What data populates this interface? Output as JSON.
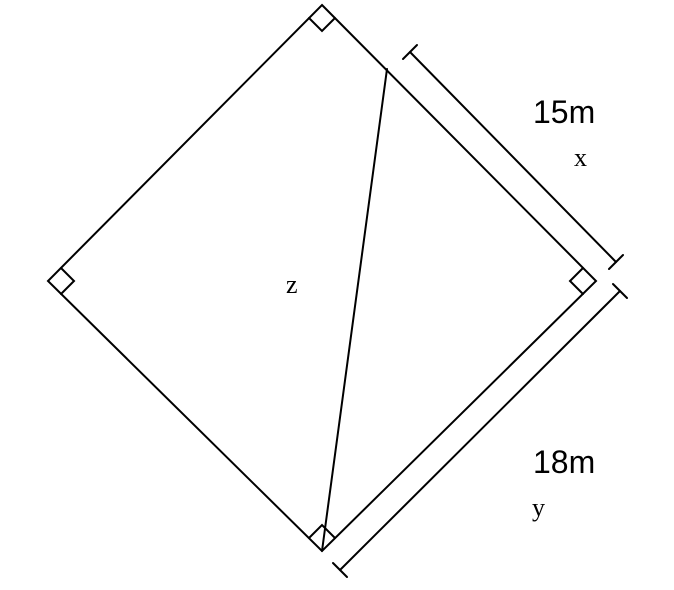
{
  "diagram": {
    "labels": {
      "top_measure": "15m",
      "top_variable": "x",
      "bottom_measure": "18m",
      "bottom_variable": "y",
      "center_variable": "z"
    },
    "colors": {
      "stroke": "#000000",
      "background": "#ffffff"
    },
    "right_angle_markers": 4
  }
}
